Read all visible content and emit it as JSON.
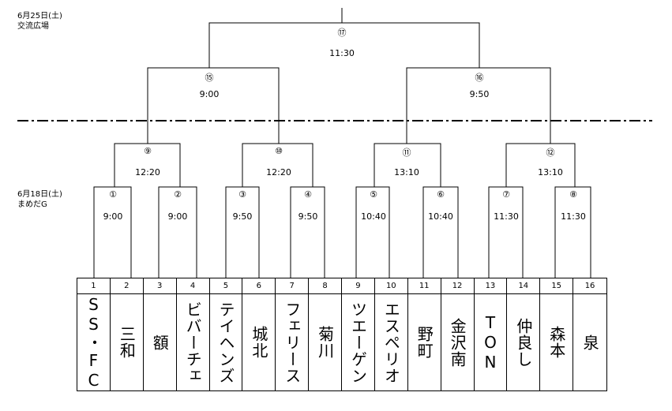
{
  "day2": {
    "date": "6月25日(土)",
    "venue": "交流広場"
  },
  "day1": {
    "date": "6月18日(土)",
    "venue": "まめだG"
  },
  "final": {
    "mark": "⑰",
    "time": "11:30"
  },
  "semifinals": [
    {
      "mark": "⑮",
      "time": "9:00"
    },
    {
      "mark": "⑯",
      "time": "9:50"
    }
  ],
  "quarterfinals": [
    {
      "mark": "⑨",
      "time": "12:20"
    },
    {
      "mark": "⑩",
      "time": "12:20"
    },
    {
      "mark": "⑪",
      "time": "13:10"
    },
    {
      "mark": "⑫",
      "time": "13:10"
    }
  ],
  "first_round": [
    {
      "mark": "①",
      "time": "9:00"
    },
    {
      "mark": "②",
      "time": "9:00"
    },
    {
      "mark": "③",
      "time": "9:50"
    },
    {
      "mark": "④",
      "time": "9:50"
    },
    {
      "mark": "⑤",
      "time": "10:40"
    },
    {
      "mark": "⑥",
      "time": "10:40"
    },
    {
      "mark": "⑦",
      "time": "11:30"
    },
    {
      "mark": "⑧",
      "time": "11:30"
    }
  ],
  "teams": [
    {
      "no": "1",
      "name": "SS・FC"
    },
    {
      "no": "2",
      "name": "三和"
    },
    {
      "no": "3",
      "name": "額"
    },
    {
      "no": "4",
      "name": "ビバーチェ"
    },
    {
      "no": "5",
      "name": "テイヘンズ"
    },
    {
      "no": "6",
      "name": "城北"
    },
    {
      "no": "7",
      "name": "フェリース"
    },
    {
      "no": "8",
      "name": "菊川"
    },
    {
      "no": "9",
      "name": "ツエーゲン"
    },
    {
      "no": "10",
      "name": "エスペリオ"
    },
    {
      "no": "11",
      "name": "野町"
    },
    {
      "no": "12",
      "name": "金沢南"
    },
    {
      "no": "13",
      "name": "TON"
    },
    {
      "no": "14",
      "name": "仲良し"
    },
    {
      "no": "15",
      "name": "森本"
    },
    {
      "no": "16",
      "name": "泉"
    }
  ],
  "colors": {
    "line": "#000000",
    "background": "#ffffff"
  }
}
